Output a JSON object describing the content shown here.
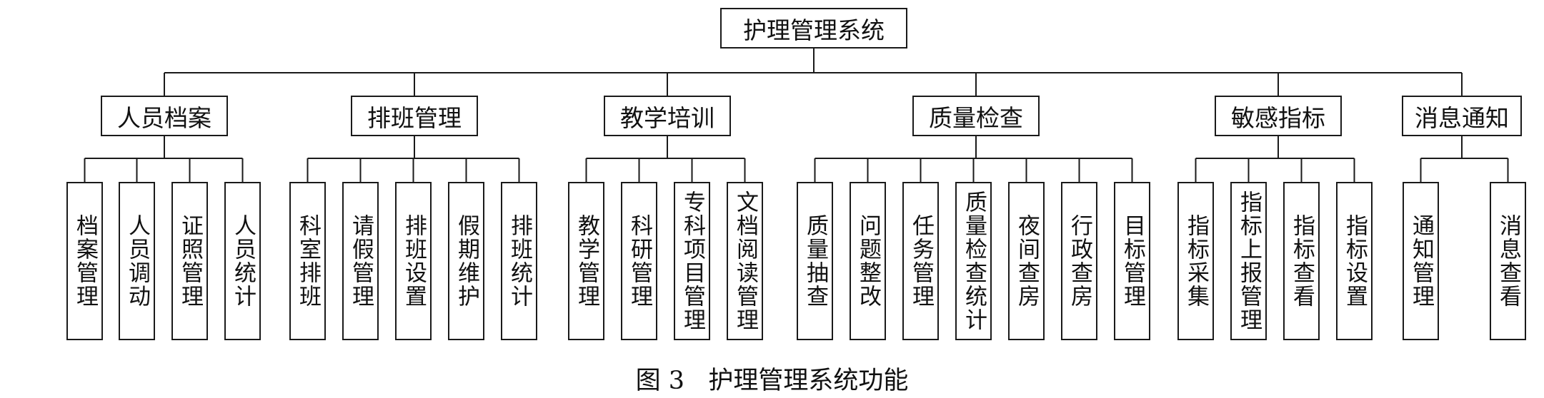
{
  "diagram": {
    "root": "护理管理系统",
    "branches": [
      {
        "label": "人员档案",
        "children": [
          "档案管理",
          "人员调动",
          "证照管理",
          "人员统计"
        ]
      },
      {
        "label": "排班管理",
        "children": [
          "科室排班",
          "请假管理",
          "排班设置",
          "假期维护",
          "排班统计"
        ]
      },
      {
        "label": "教学培训",
        "children": [
          "教学管理",
          "科研管理",
          "专科项目管理",
          "文档阅读管理"
        ]
      },
      {
        "label": "质量检查",
        "children": [
          "质量抽查",
          "问题整改",
          "任务管理",
          "质量检查统计",
          "夜间查房",
          "行政查房",
          "目标管理"
        ]
      },
      {
        "label": "敏感指标",
        "children": [
          "指标采集",
          "指标上报管理",
          "指标查看",
          "指标设置"
        ]
      },
      {
        "label": "消息通知",
        "children": [
          "通知管理",
          "消息查看"
        ]
      }
    ]
  },
  "caption": "图 3   护理管理系统功能",
  "colors": {
    "line": "#1a1a1a",
    "box_border": "#1a1a1a",
    "text": "#111111",
    "background": "#ffffff"
  }
}
